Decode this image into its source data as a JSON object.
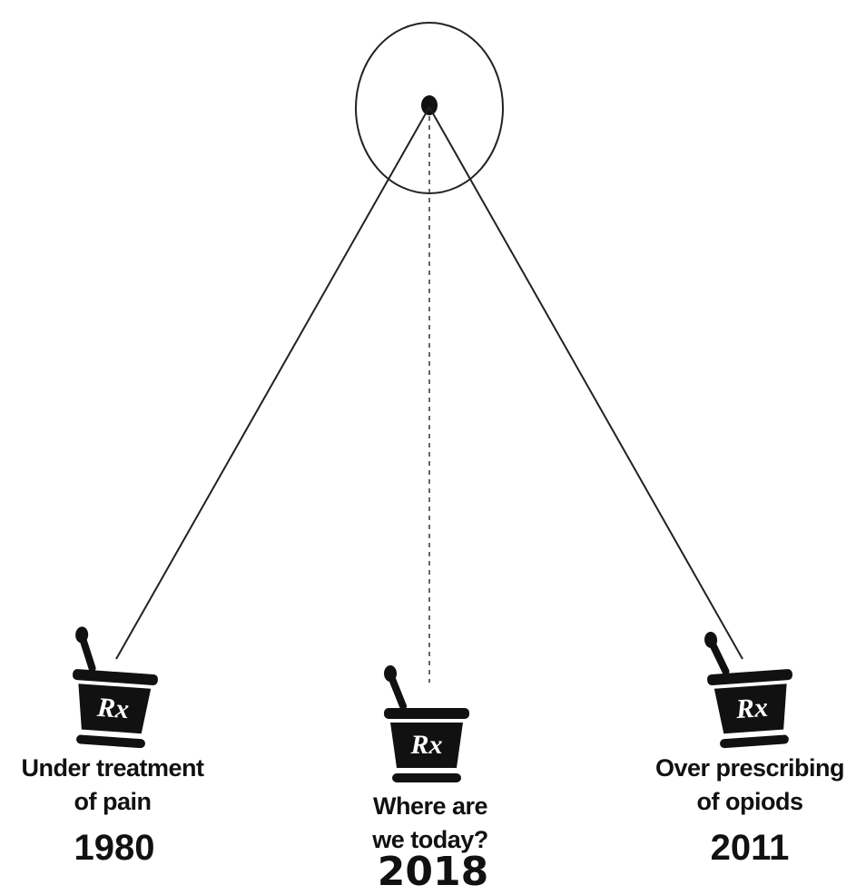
{
  "pendulum": {
    "left": {
      "caption_line1": "Under treatment",
      "caption_line2": "of pain",
      "year": "1980",
      "icon": "rx-mortar-pestle-icon"
    },
    "middle": {
      "caption_line1": "Where are",
      "caption_line2": "we today?",
      "year": "2018",
      "icon": "rx-mortar-pestle-icon"
    },
    "right": {
      "caption_line1": "Over prescribing",
      "caption_line2": "of opiods",
      "year": "2011",
      "icon": "rx-mortar-pestle-icon"
    },
    "rx_symbol": "Rx",
    "colors": {
      "ink": "#111111",
      "background": "#ffffff"
    }
  }
}
